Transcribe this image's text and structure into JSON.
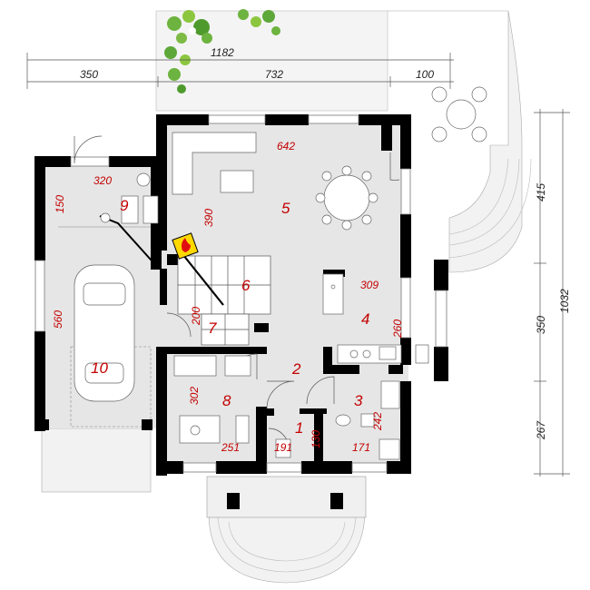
{
  "dimensions": {
    "top_total": "1182",
    "top_left": "350",
    "top_middle": "732",
    "top_right": "100",
    "right_total": "1032",
    "right_top": "415",
    "right_middle": "350",
    "right_bottom": "267"
  },
  "rooms": [
    {
      "number": "1",
      "size": "191"
    },
    {
      "number": "2",
      "size": ""
    },
    {
      "number": "3",
      "size": "171"
    },
    {
      "number": "4",
      "size": "309"
    },
    {
      "number": "5",
      "size": "642"
    },
    {
      "number": "6",
      "size": ""
    },
    {
      "number": "7",
      "size": "200"
    },
    {
      "number": "8",
      "size": "251"
    },
    {
      "number": "9",
      "size": "320"
    },
    {
      "number": "10",
      "size": "560"
    }
  ],
  "inner_sizes": {
    "room9_side": "150",
    "room5_side": "390",
    "room4_side": "260",
    "room8_side": "302",
    "room3_side": "242",
    "room1_side": "130"
  },
  "colors": {
    "wall": "#000000",
    "floor": "#e6e6e6",
    "label": "#c40000",
    "plant": "#6db33f",
    "boiler": "#ffd800"
  }
}
